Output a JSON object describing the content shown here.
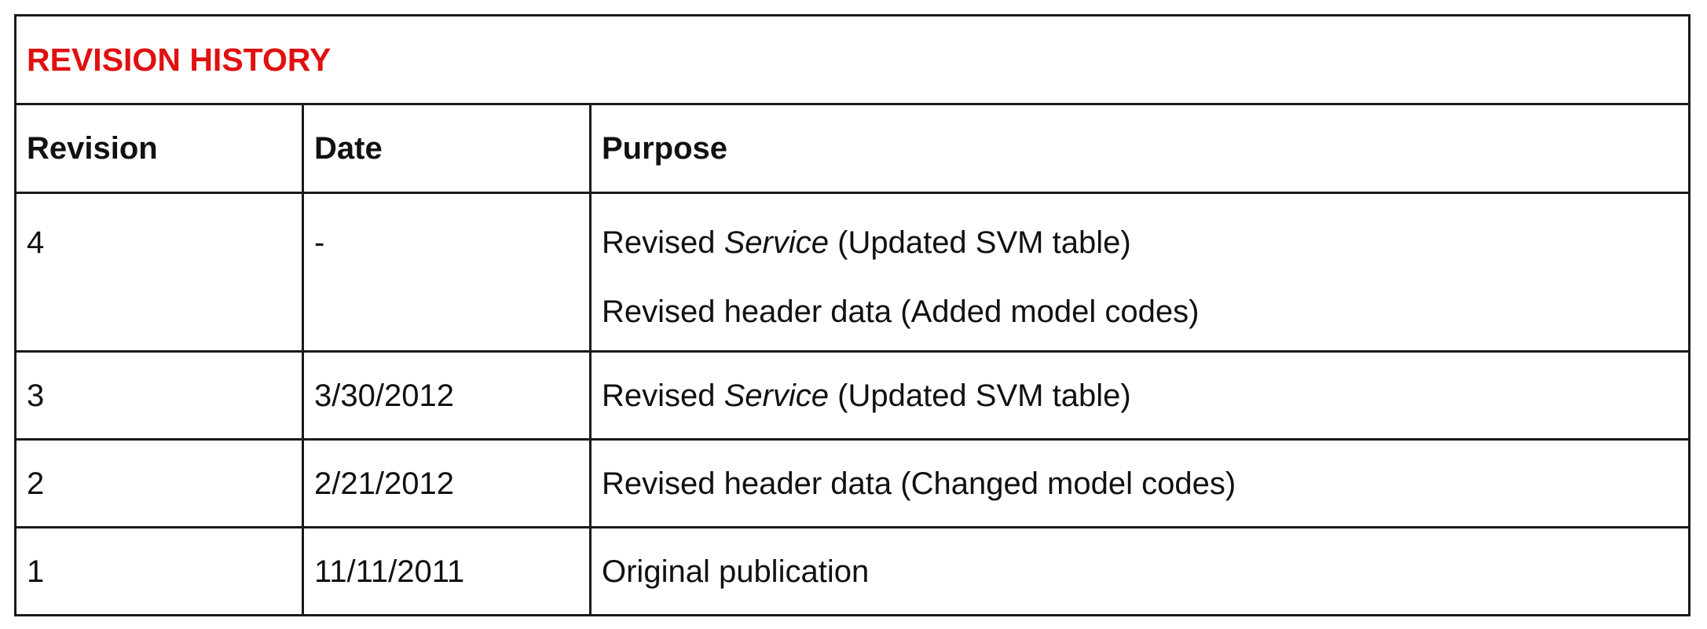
{
  "title": "REVISION HISTORY",
  "colors": {
    "title": "#e01010",
    "border": "#1a1a1a",
    "text": "#111111"
  },
  "columns": [
    "Revision",
    "Date",
    "Purpose"
  ],
  "rows": [
    {
      "revision": "4",
      "date": "-",
      "purpose": [
        {
          "before": "Revised ",
          "italic": "Service",
          "after": " (Updated SVM table)"
        },
        {
          "before": "Revised header data (Added model codes)",
          "italic": "",
          "after": ""
        }
      ]
    },
    {
      "revision": "3",
      "date": "3/30/2012",
      "purpose": [
        {
          "before": "Revised ",
          "italic": "Service",
          "after": " (Updated SVM table)"
        }
      ]
    },
    {
      "revision": "2",
      "date": "2/21/2012",
      "purpose": [
        {
          "before": "Revised header data (Changed model codes)",
          "italic": "",
          "after": ""
        }
      ]
    },
    {
      "revision": "1",
      "date": "11/11/2011",
      "purpose": [
        {
          "before": "Original publication",
          "italic": "",
          "after": ""
        }
      ]
    }
  ]
}
